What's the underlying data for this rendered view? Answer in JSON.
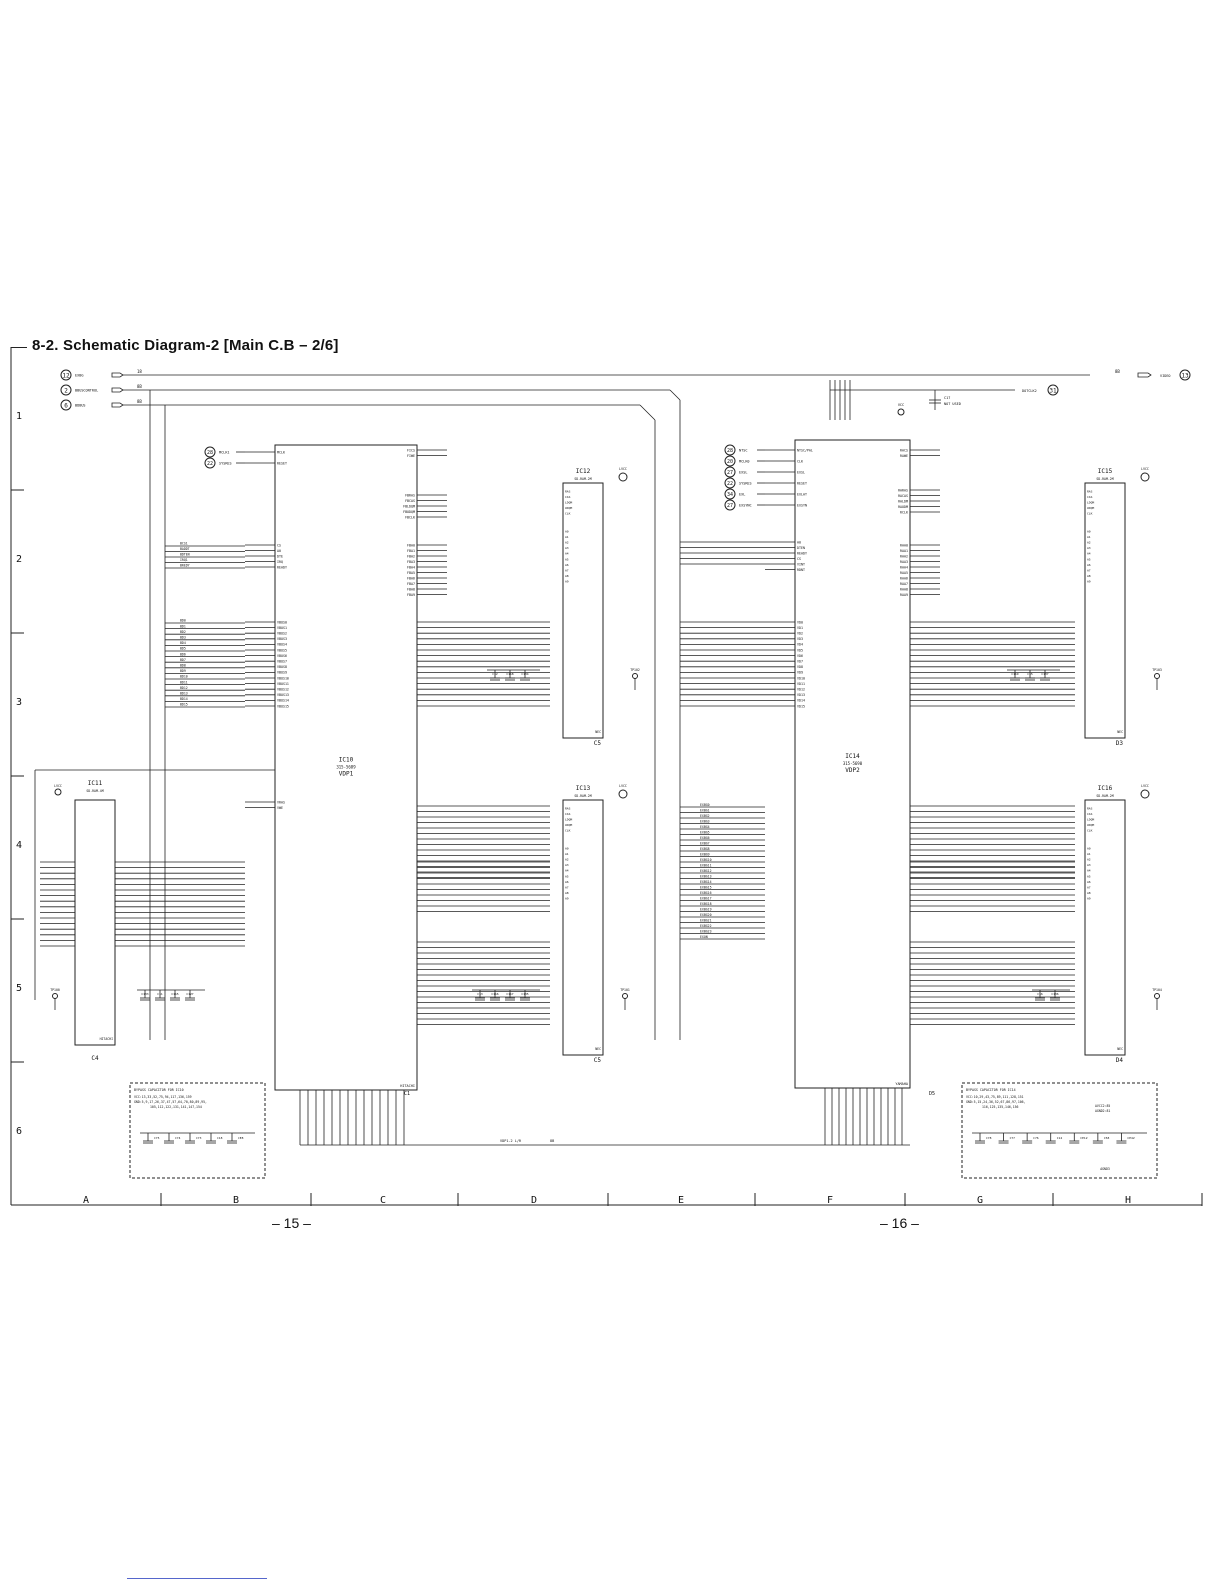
{
  "title": "8-2. Schematic Diagram-2 [Main C.B – 2/6]",
  "page_numbers": {
    "left": "– 15 –",
    "right": "– 16 –"
  },
  "row_labels": [
    "1",
    "2",
    "3",
    "4",
    "5",
    "6"
  ],
  "col_labels": [
    "A",
    "B",
    "C",
    "D",
    "E",
    "F",
    "G",
    "H"
  ],
  "connectors_left": [
    {
      "num": "12",
      "label": "EXBG",
      "wire": "18"
    },
    {
      "num": "2",
      "label": "BBUSCONTROL",
      "wire": "8B"
    },
    {
      "num": "6",
      "label": "BDBUS",
      "wire": "8B"
    }
  ],
  "connectors_right": [
    {
      "num": "13",
      "label": "VIDEO",
      "wire": "8B"
    },
    {
      "num": "31",
      "label": "DOTCLK2"
    }
  ],
  "inputs_vdp1": [
    {
      "num": "28",
      "label": "MCLK1"
    },
    {
      "num": "22",
      "label": "SYSRES"
    }
  ],
  "inputs_vdp2": [
    {
      "num": "28",
      "label": "NTSC"
    },
    {
      "num": "20",
      "label": "MCLK0"
    },
    {
      "num": "27",
      "label": "EXSL"
    },
    {
      "num": "22",
      "label": "SYSRES"
    },
    {
      "num": "34",
      "label": "EXL"
    },
    {
      "num": "27",
      "label": "EXSYNC"
    }
  ],
  "chips": {
    "ic10": {
      "ref": "IC10",
      "part": "315-5689",
      "name": "VDP1",
      "loc": "C1"
    },
    "ic14": {
      "ref": "IC14",
      "part": "315-5690",
      "name": "VDP2",
      "loc": "D5",
      "maker": "YAMAHA"
    },
    "ic11": {
      "ref": "IC11",
      "part": "SD-RAM-4M",
      "loc": "C4",
      "maker": "HITACHI"
    },
    "ic12": {
      "ref": "IC12",
      "part": "SD-RAM-2M",
      "loc": "C5",
      "maker": "NEC"
    },
    "ic13": {
      "ref": "IC13",
      "part": "SD-RAM-2M",
      "loc": "C5",
      "maker": "NEC"
    },
    "ic15": {
      "ref": "IC15",
      "part": "SD-RAM-2M",
      "loc": "D3",
      "maker": "NEC"
    },
    "ic16": {
      "ref": "IC16",
      "part": "SD-RAM-2M",
      "loc": "D4",
      "maker": "NEC"
    }
  },
  "vdp1_left_pins": [
    "MCLK",
    "RESET",
    "CS",
    "A0",
    "DTE",
    "IRQ",
    "READY",
    "VBUS0",
    "VBUS1",
    "VBUS2",
    "VBUS3",
    "VBUS4",
    "VBUS5",
    "VBUS6",
    "VBUS7",
    "VBUS8",
    "VBUS9",
    "VBUS10",
    "VBUS11",
    "VBUS12",
    "VBUS13",
    "VBUS14",
    "VBUS15",
    "VRAS",
    "VWE"
  ],
  "vdp1_right_pins": [
    "FICS",
    "FIWE",
    "FBRAS",
    "FBCAS",
    "FBLDQM",
    "FBUDQM",
    "FBCLK",
    "FBA0",
    "FBA1",
    "FBA2",
    "FBA3",
    "FBA4",
    "FBA5",
    "FBA6",
    "FBA7",
    "FBA8",
    "FBA9"
  ],
  "vdp2_left_pins": [
    "NTSC/PAL",
    "CLK",
    "EXSL",
    "RESET",
    "EXLAT",
    "EXSYN",
    "A0",
    "DTEN",
    "READY",
    "CS",
    "VINT",
    "RDNT",
    "VD0",
    "VD1",
    "VD2",
    "VD3",
    "VD4",
    "VD5",
    "VD6",
    "VD7",
    "VD8",
    "VD9",
    "VD10",
    "VD11",
    "VD12",
    "VD13",
    "VD14",
    "VD15"
  ],
  "vdp2_right_pins": [
    "RACS",
    "RAWE",
    "RARAS",
    "RACAS",
    "RALDM",
    "RAUDM",
    "RCLK",
    "RAA0",
    "RAA1",
    "RAA2",
    "RAA3",
    "RAA4",
    "RAA5",
    "RAA6",
    "RAA7",
    "RAA8",
    "RAA9"
  ],
  "ram_pins": [
    "RAS",
    "CAS",
    "LDQM",
    "UDQM",
    "CLK",
    "A0",
    "A1",
    "A2",
    "A3",
    "A4",
    "A5",
    "A6",
    "A7",
    "A8",
    "A9"
  ],
  "bus_labels_b": [
    "BCS1",
    "BADDT",
    "BDTEN",
    "IRQ1",
    "BREDY",
    "BD0",
    "BD1",
    "BD2",
    "BD3",
    "BD4",
    "BD5",
    "BD6",
    "BD7",
    "BD8",
    "BD9",
    "BD10",
    "BD11",
    "BD12",
    "BD13",
    "BD14",
    "BD15"
  ],
  "bus_labels_exbg": [
    "EXBG0",
    "EXBG1",
    "EXBG2",
    "EXBG3",
    "EXBG4",
    "EXBG5",
    "EXBG6",
    "EXBG7",
    "EXBG8",
    "EXBG9",
    "EXBG10",
    "EXBG11",
    "EXBG12",
    "EXBG13",
    "EXBG14",
    "EXBG15",
    "EXBG16",
    "EXBG17",
    "EXBG18",
    "EXBG19",
    "EXBG20",
    "EXBG21",
    "EXBG22",
    "EXBG23",
    "EXON"
  ],
  "caps_left": [
    "C133",
    "C11",
    "C115",
    "C127"
  ],
  "caps_mid_top": [
    "C12",
    "C118",
    "C134"
  ],
  "caps_mid_bot": [
    "C13",
    "C116",
    "C117",
    "C135"
  ],
  "caps_right_top": [
    "C119",
    "C15",
    "C137"
  ],
  "caps_right_bot": [
    "C16",
    "C136"
  ],
  "testpoints": [
    "TP100",
    "TP102",
    "TP101",
    "TP103",
    "TP104"
  ],
  "bypass_left": {
    "title": "BYPASS CAPACITOR FOR IC10",
    "line1": "VCC:13,33,52,75,94,117,136,159",
    "line2": "GND:5,9,17,26,37,47,57,64,70,80,89,95,",
    "line3": "105,112,122,131,141,147,154",
    "caps": [
      "C75",
      "C74",
      "C73",
      "C18",
      "CE8"
    ]
  },
  "bypass_right": {
    "title": "BYPASS CAPACITOR FOR IC14",
    "line1": "VCC:10,29,43,75,89,111,128,151",
    "line2": "GND:5,15,24,36,52,67,86,97,106,",
    "line3": "116,125,135,146,156",
    "extra1": "AVCC2:85",
    "extra2": "AGND2:81",
    "caps": [
      "C78",
      "C77",
      "C76",
      "C14",
      "CE12",
      "C58",
      "CE42"
    ],
    "agnd": "AGND3"
  },
  "c17": {
    "ref": "C17",
    "note": "NOT USED"
  },
  "vcc_label": "VCC",
  "lvcc_label": "LVCC",
  "nets": {
    "vdp12": "VDP1-2 L/R",
    "bus8b": "8B",
    "bus18": "18"
  }
}
